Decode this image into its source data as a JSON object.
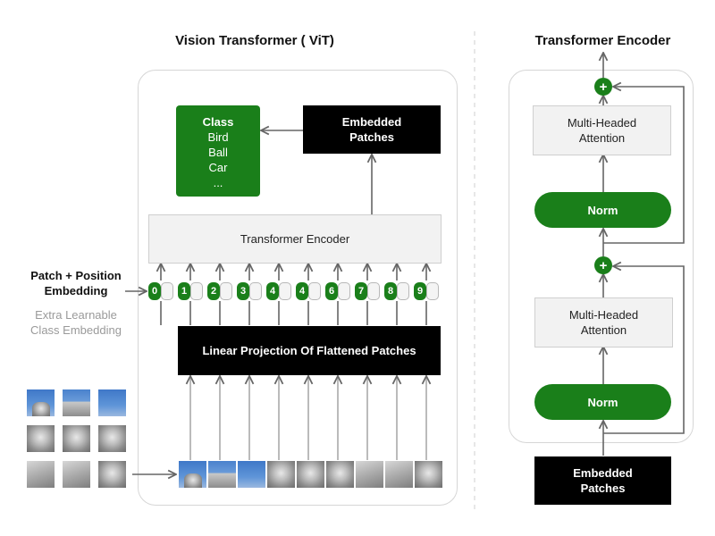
{
  "left": {
    "title": "Vision Transformer ( ViT)",
    "class_box": {
      "title": "Class",
      "items": [
        "Bird",
        "Ball",
        "Car",
        "..."
      ]
    },
    "embedded_patches": "Embedded\nPatches",
    "transformer_encoder": "Transformer Encoder",
    "linear_projection": "Linear Projection Of  Flattened Patches",
    "patch_position_label": "Patch + Position\nEmbedding",
    "extra_learnable_label": "Extra Learnable\nClass Embedding",
    "tokens": [
      "0",
      "1",
      "2",
      "3",
      "4",
      "4",
      "6",
      "7",
      "8",
      "9"
    ]
  },
  "right": {
    "title": "Transformer Encoder",
    "mha_top": "Multi-Headed\nAttention",
    "norm_top": "Norm",
    "mha_bottom": "Multi-Headed\nAttention",
    "norm_bottom": "Norm",
    "embedded_patches": "Embedded\nPatches",
    "plus": "+"
  },
  "colors": {
    "green": "#1a7f1a",
    "black": "#000000",
    "grey_box": "#f2f2f2"
  }
}
